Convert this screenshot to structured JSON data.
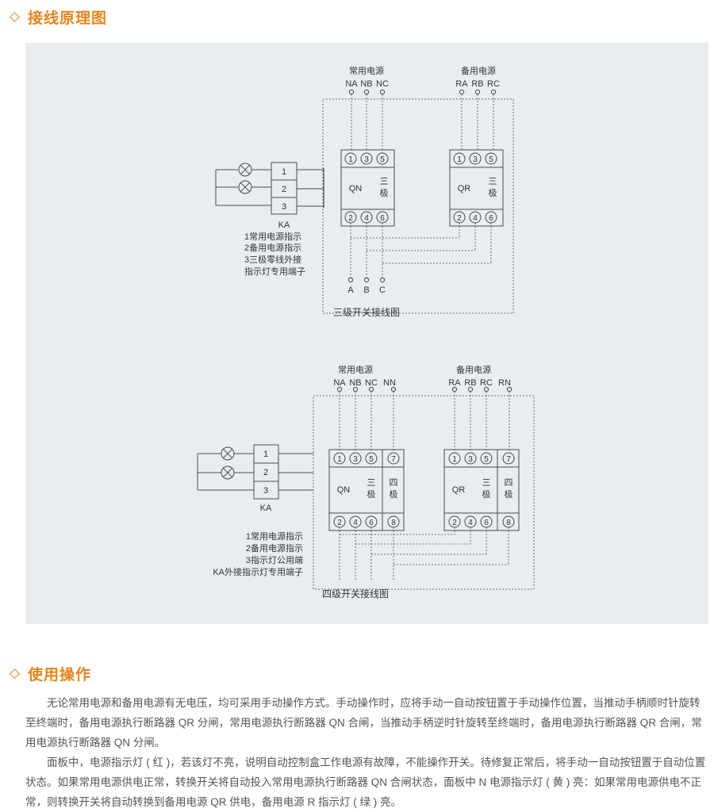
{
  "section1": {
    "title": "接线原理图"
  },
  "section2": {
    "title": "使用操作"
  },
  "diagram3": {
    "main_source": "常用电源",
    "main_terminals": [
      "NA",
      "NB",
      "NC"
    ],
    "backup_source": "备用电源",
    "backup_terminals": [
      "RA",
      "RB",
      "RC"
    ],
    "top_pins": [
      "1",
      "3",
      "5"
    ],
    "bottom_pins": [
      "2",
      "4",
      "6"
    ],
    "breaker_qn": "QN",
    "breaker_qr": "QR",
    "pole_label": [
      "三",
      "极"
    ],
    "ka_rows": [
      "1",
      "2",
      "3"
    ],
    "ka_label": "KA",
    "notes": [
      "1常用电源指示",
      "2备用电源指示",
      "3三极零线外接",
      "指示灯专用端子"
    ],
    "outputs": [
      "A",
      "B",
      "C"
    ],
    "caption": "三级开关接线图"
  },
  "diagram4": {
    "main_source": "常用电源",
    "main_terminals": [
      "NA",
      "NB",
      "NC",
      "NN"
    ],
    "backup_source": "备用电源",
    "backup_terminals": [
      "RA",
      "RB",
      "RC",
      "RN"
    ],
    "top_pins": [
      "1",
      "3",
      "5",
      "7"
    ],
    "bottom_pins": [
      "2",
      "4",
      "6",
      "8"
    ],
    "breaker_qn": "QN",
    "breaker_qr": "QR",
    "pole_label_3": [
      "三",
      "极"
    ],
    "pole_label_4": [
      "四",
      "极"
    ],
    "ka_rows": [
      "1",
      "2",
      "3"
    ],
    "ka_label": "KA",
    "notes": [
      "1常用电源指示",
      "2备用电源指示",
      "3指示灯公用端",
      "KA外接指示灯专用端子"
    ],
    "caption": "四级开关接线图"
  },
  "usage": {
    "paragraphs": [
      "无论常用电源和备用电源有无电压，均可采用手动操作方式。手动操作时，应将手动一自动按钮置于手动操作位置，当推动手柄顺时针旋转至终端时，备用电源执行断路器 QR 分闸，常用电源执行断路器 QN 合闸，当推动手柄逆时针旋转至终端时，备用电源执行断路器 QR 合闸，常用电源执行断路器 QN 分闸。",
      "面板中，电源指示灯 ( 红 )，若该灯不亮，说明自动控制盒工作电源有故障，不能操作开关。待修复正常后，将手动一自动按钮置于自动位置状态。如果常用电源供电正常，转换开关将自动投入常用电源执行断路器 QN 合闸状态，面板中 N 电源指示灯 ( 黄 ) 亮：如果常用电源供电不正常，则转换开关将自动转换到备用电源 QR 供电，备用电源 R 指示灯 ( 绿 ) 亮。"
    ]
  },
  "colors": {
    "accent": "#e8841a",
    "panel_bg": "#e9edf0",
    "line": "#4a4a4a",
    "text": "#555555"
  }
}
